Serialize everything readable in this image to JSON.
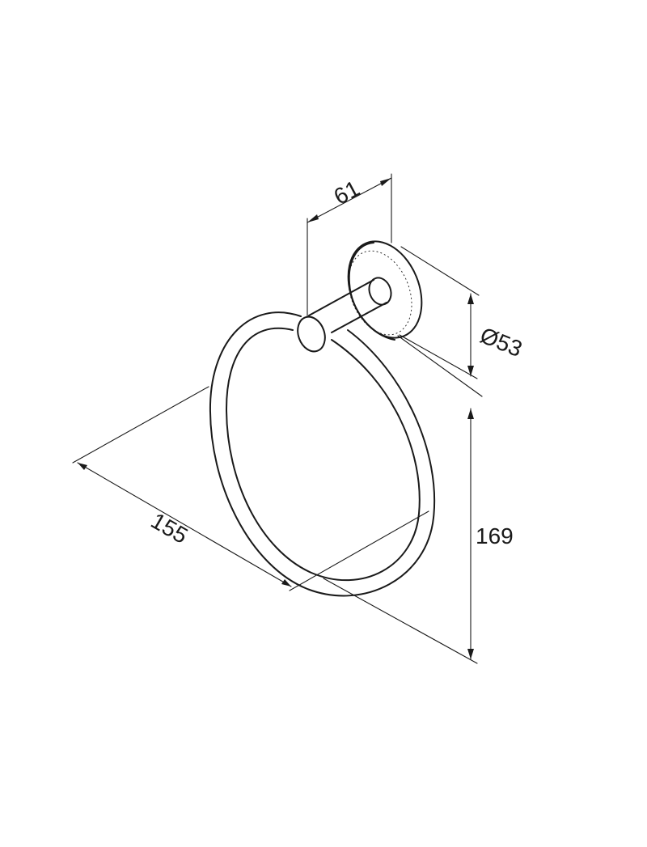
{
  "dimensions": {
    "depth": "61",
    "rosette_diameter": "Ø53",
    "width": "155",
    "height": "169"
  }
}
